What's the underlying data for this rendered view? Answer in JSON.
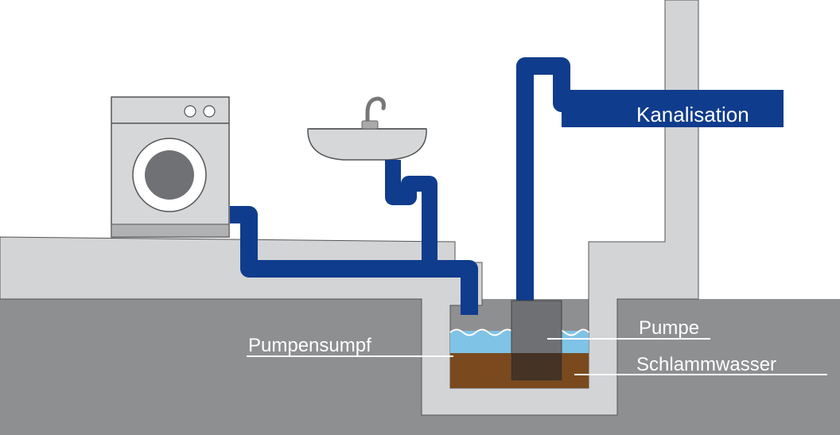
{
  "labels": {
    "sewer": "Kanalisation",
    "pump": "Pumpe",
    "sump": "Pumpensumpf",
    "sludge_water": "Schlammwasser"
  },
  "colors": {
    "pipe": "#0f3c8c",
    "floor": "#8e8f91",
    "wall": "#d3d4d6",
    "water": "#7fc3e6",
    "sludge": "#7a4a1e",
    "pump": "#6f7074",
    "label_text": "#ffffff"
  },
  "icons": [
    "washing-machine-icon",
    "washbasin-icon",
    "faucet-icon",
    "pump-icon"
  ]
}
